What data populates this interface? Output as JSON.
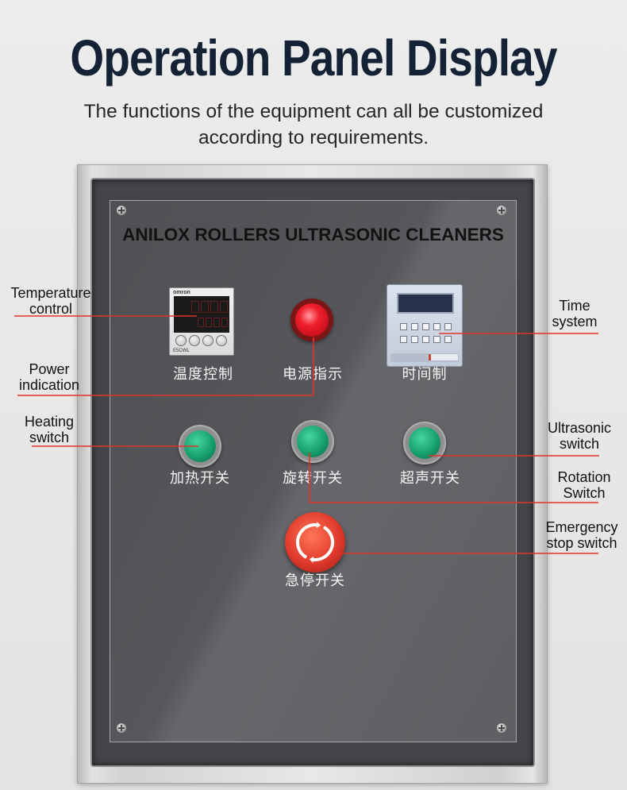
{
  "header": {
    "title": "Operation Panel Display",
    "subtitle_lines": [
      "The functions of the equipment can all be customized",
      "according to requirements."
    ]
  },
  "panel": {
    "title": "ANILOX ROLLERS ULTRASONIC CLEANERS",
    "temperature_controller": {
      "label": "温度控制",
      "brand": "omron",
      "model": "E5CWL"
    },
    "power_indicator": {
      "label": "电源指示"
    },
    "timer": {
      "label": "时间制"
    },
    "heating_switch": {
      "label": "加热开关"
    },
    "rotation_switch": {
      "label": "旋转开关"
    },
    "ultrasonic_switch": {
      "label": "超声开关"
    },
    "emergency_stop": {
      "label": "急停开关"
    }
  },
  "callouts": {
    "temperature": [
      "Temperature",
      "control"
    ],
    "power": [
      "Power",
      "indication"
    ],
    "heating": [
      "Heating",
      "switch"
    ],
    "time": [
      "Time",
      "system"
    ],
    "ultrasonic": [
      "Ultrasonic",
      "switch"
    ],
    "rotation": [
      "Rotation",
      "Switch"
    ],
    "emergency": [
      "Emergency",
      "stop switch"
    ]
  },
  "icons": {
    "emergency_stop": "circular-arrow-icon"
  },
  "colors": {
    "title": "#132235",
    "callout_line": "#e0342a",
    "switch_green": "#17a06e",
    "stop_red": "#e03a2c",
    "indicator_red": "#f01e2c"
  }
}
